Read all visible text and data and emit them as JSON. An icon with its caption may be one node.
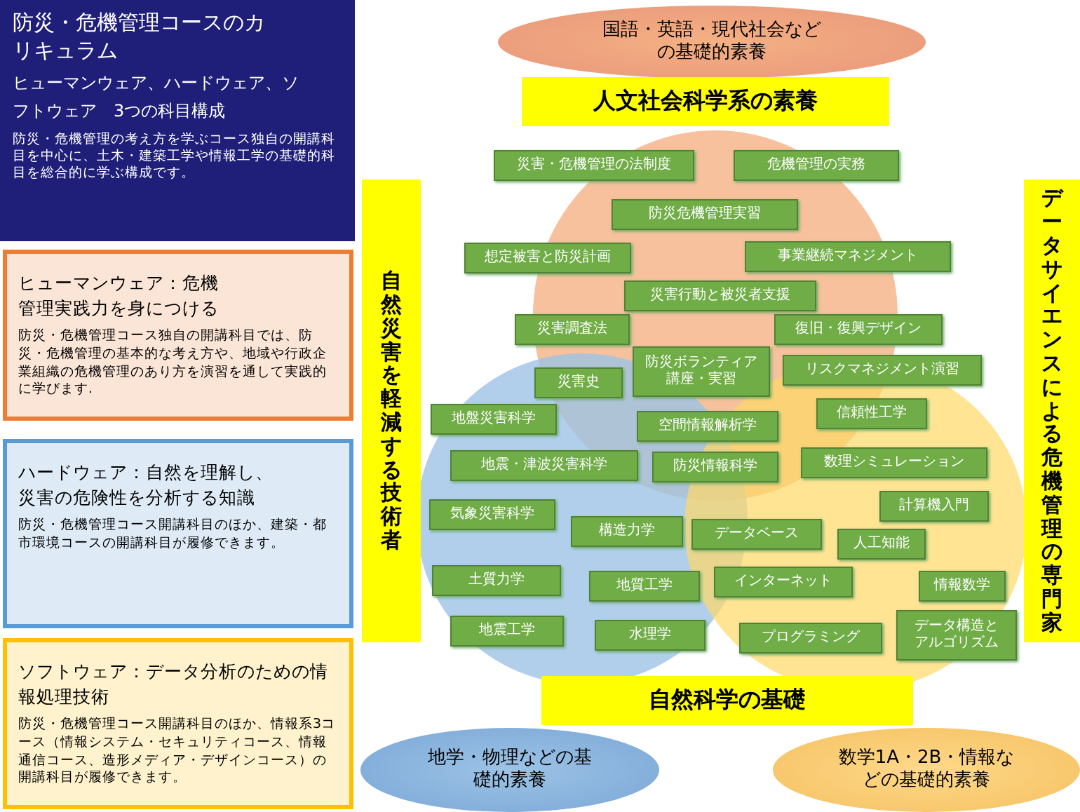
{
  "diagram": {
    "nodes": [
      {
        "text": [
          "防災・危機管理コースのカリキュラム",
          "ヒューマンウェア、ハードウェア、ソフトウェア　3つの科目構成",
          "防災・危機管理の考え方を学ぶコース独自の開講科目を中心に、土木・建築工学や情報工学の基礎的科目を総合的に学ぶ構成です。"
        ]
      },
      {
        "text": [
          "ヒューマンウェア：危機管理実践力を身につける",
          "防災・危機管理コース独自の開講科目では、防災・危機管理の基本的な考え方や、地域や行政企業組織の危機管理のあり方を演習を通して実践的に学びます."
        ]
      },
      {
        "text": [
          "ハードウェア：自然を理解し、災害の危険性を分析する知識",
          "防災・危機管理コース開講科目のほか、建築・都市環境コースの開講科目が履修できます。"
        ]
      },
      {
        "text": [
          "ソフトウェア：データ分析のための情報処理技術",
          "防災・危機管理コース開講科目のほか、情報系3コース（情報システム・セキュリティコース、情報通信コース、造形メディア・デザインコース）の開講科目が履修できます。"
        ]
      },
      {
        "text": [
          "国語・英語・現代社会などの基礎的素養"
        ]
      },
      {
        "text": [
          "人文社会科学系の素養"
        ]
      },
      {
        "text": [
          "自然災害を軽減する技術者"
        ]
      },
      {
        "text": [
          "データサイエンスによる危機管理の専門家"
        ]
      },
      {
        "text": [
          "災害・危機管理の法制度"
        ]
      },
      {
        "text": [
          "危機管理の実務"
        ]
      },
      {
        "text": [
          "防災危機管理実習"
        ]
      },
      {
        "text": [
          "想定被害と防災計画"
        ]
      },
      {
        "text": [
          "事業継続マネジメント"
        ]
      },
      {
        "text": [
          "災害行動と被災者支援"
        ]
      },
      {
        "text": [
          "災害調査法"
        ]
      },
      {
        "text": [
          "復旧・復興デザイン"
        ]
      },
      {
        "text": [
          "災害史"
        ]
      },
      {
        "text": [
          "防災ボランティア講座・実習"
        ]
      },
      {
        "text": [
          "リスクマネジメント演習"
        ]
      },
      {
        "text": [
          "地盤災害科学"
        ]
      },
      {
        "text": [
          "空間情報解析学"
        ]
      },
      {
        "text": [
          "信頼性工学"
        ]
      },
      {
        "text": [
          "地震・津波災害科学"
        ]
      },
      {
        "text": [
          "防災情報科学"
        ]
      },
      {
        "text": [
          "数理シミュレーション"
        ]
      },
      {
        "text": [
          "計算機入門"
        ]
      },
      {
        "text": [
          "気象災害科学"
        ]
      },
      {
        "text": [
          "構造力学"
        ]
      },
      {
        "text": [
          "データベース"
        ]
      },
      {
        "text": [
          "人工知能"
        ]
      },
      {
        "text": [
          "土質力学"
        ]
      },
      {
        "text": [
          "地質工学"
        ]
      },
      {
        "text": [
          "インターネット"
        ]
      },
      {
        "text": [
          "情報数学"
        ]
      },
      {
        "text": [
          "地震工学"
        ]
      },
      {
        "text": [
          "水理学"
        ]
      },
      {
        "text": [
          "プログラミング"
        ]
      },
      {
        "text": [
          "データ構造とアルゴリズム"
        ]
      },
      {
        "text": [
          "自然科学の基礎"
        ]
      },
      {
        "text": [
          "地学・物理などの基礎的素養"
        ]
      },
      {
        "text": [
          "数学1A・2B・情報などの基礎的素養"
        ]
      }
    ],
    "edges": []
  }
}
